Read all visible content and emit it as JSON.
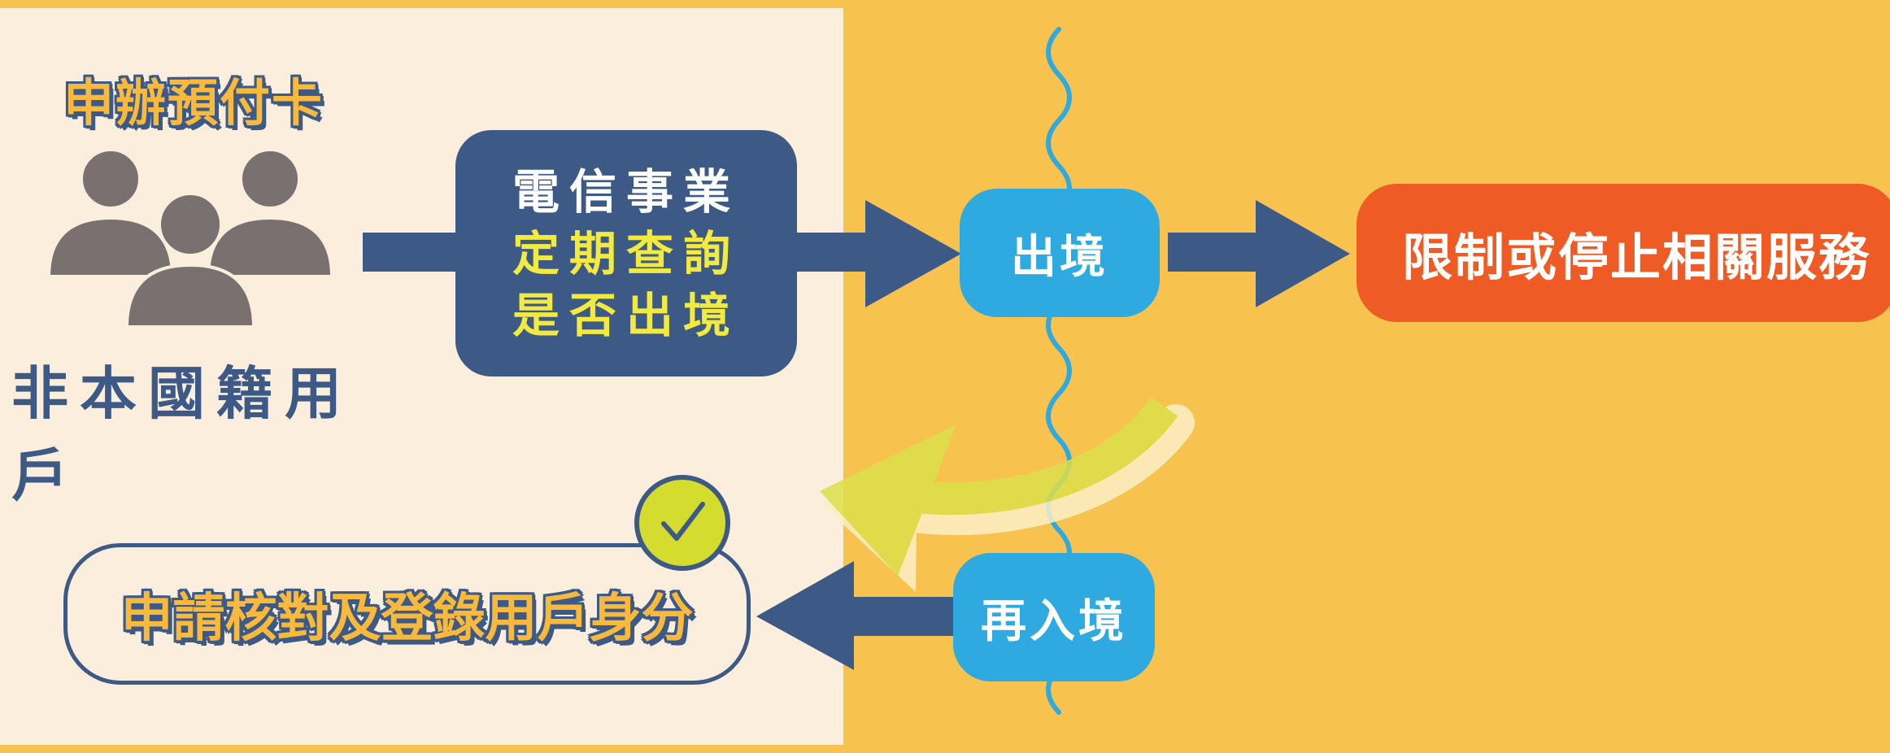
{
  "apply_title": "申辦預付卡",
  "user_label": "非本國籍用戶",
  "telecom_box": {
    "line1": "電信事業",
    "line2": "定期查詢",
    "line3": "是否出境"
  },
  "exit_node": "出境",
  "restrict_box": "限制或停止相關服務",
  "reentry_node": "再入境",
  "verify_box": "申請核對及登錄用戶身分",
  "icons": [
    "users-icon",
    "check-icon",
    "curved-return-arrow",
    "border-line"
  ],
  "colors": {
    "background": "#F8C24E",
    "left_panel": "#FCEEDC",
    "navy": "#3D5A87",
    "cyan": "#2EAAE0",
    "orange_red": "#EF5B24",
    "yellow_text": "#F3EA3F",
    "label_yellow": "#F8B93C",
    "check_green": "#D4DC2E"
  }
}
